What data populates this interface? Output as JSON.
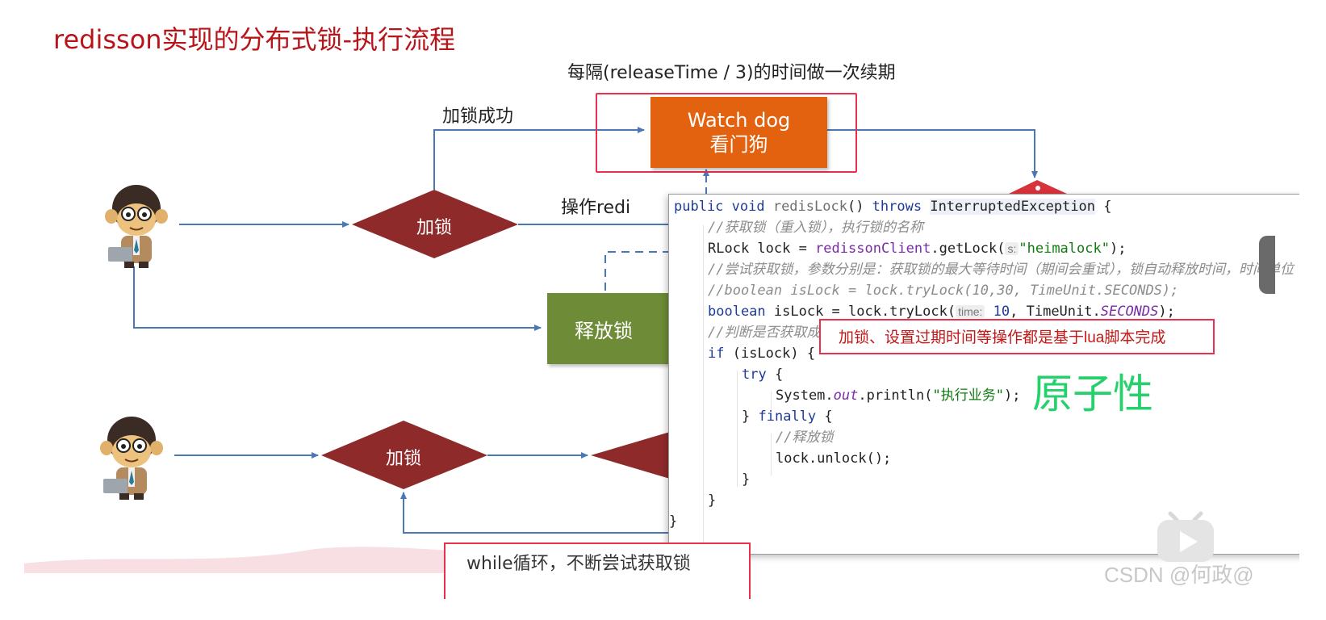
{
  "title": "redisson实现的分布式锁-执行流程",
  "flow": {
    "renew_note": "每隔(releaseTime / 3)的时间做一次续期",
    "lock_success": "加锁成功",
    "watchdog_en": "Watch dog",
    "watchdog_cn": "看门狗",
    "operate_redis": "操作redi",
    "lock_label": "加锁",
    "release_label": "释放锁",
    "lock_label_2": "加锁",
    "while_loop": "while循环，不断尝试获取锁"
  },
  "code": {
    "l1_kw1": "public void ",
    "l1_fn": "redisLock",
    "l1_mid": "() ",
    "l1_kw2": "throws ",
    "l1_type": "InterruptedException",
    "l1_end": " {",
    "l2": "//获取锁（重入锁），执行锁的名称",
    "l3_a": "RLock lock = ",
    "l3_b": "redissonClient",
    "l3_c": ".getLock(",
    "l3_hint": "s:",
    "l3_str": "\"heimalock\"",
    "l3_end": ");",
    "l4": "//尝试获取锁，参数分别是：获取锁的最大等待时间（期间会重试），锁自动释放时间，时间单位",
    "l5": "//boolean isLock = lock.tryLock(10,30, TimeUnit.SECONDS);",
    "l6_kw": "boolean ",
    "l6_a": "isLock = lock.tryLock(",
    "l6_hint": "time:",
    "l6_num": "10",
    "l6_b": ", TimeUnit.",
    "l6_const": "SECONDS",
    "l6_end": ");",
    "l7": "//判断是否获取成功",
    "l8_kw": "if ",
    "l8_rest": "(isLock) {",
    "l9_kw": "try ",
    "l9_rest": "{",
    "l10_a": "System.",
    "l10_out": "out",
    "l10_b": ".println(",
    "l10_str": "\"执行业务\"",
    "l10_end": ");",
    "l11_a": "} ",
    "l11_kw": "finally ",
    "l11_b": "{",
    "l12": "//释放锁",
    "l13": "lock.unlock();",
    "l14": "}",
    "l15": "}",
    "l16": "}"
  },
  "callout": "加锁、设置过期时间等操作都是基于lua脚本完成",
  "atomic": "原子性",
  "watermark": "CSDN @何政@",
  "colors": {
    "title": "#b8151a",
    "diamond": "#8f2a2b",
    "watchdog": "#e2620f",
    "release": "#6e8c37",
    "arrow": "#4a78b5",
    "highlight": "#e8314c",
    "atomic": "#25d16a"
  }
}
